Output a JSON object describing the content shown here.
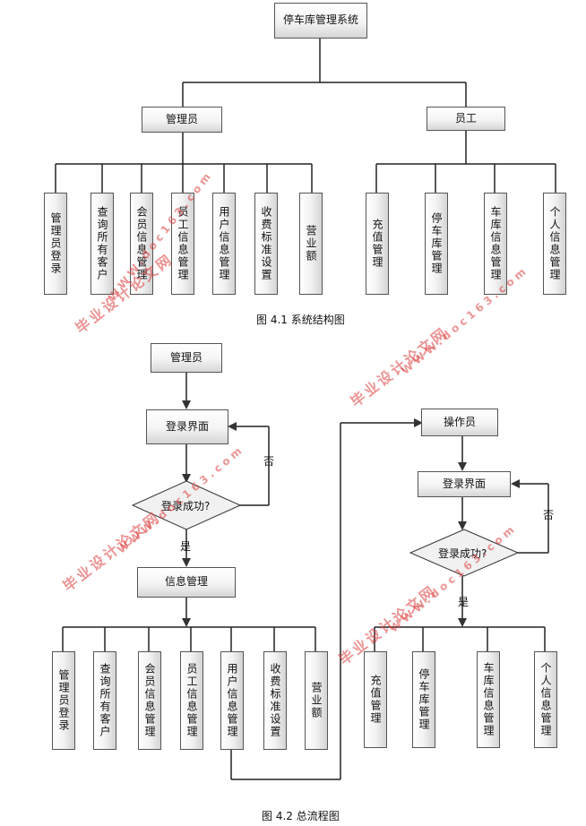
{
  "fig1": {
    "root": "停车库管理系统",
    "admin": "管理员",
    "staff": "员工",
    "admin_children": [
      "管理员登录",
      "查询所有客户",
      "会员信息管理",
      "员工信息管理",
      "用户信息管理",
      "收费标准设置",
      "营业额"
    ],
    "staff_children": [
      "充值管理",
      "停车库管理",
      "车库信息管理",
      "个人信息管理"
    ],
    "caption": "图 4.1 系统结构图"
  },
  "fig2": {
    "admin_start": "管理员",
    "admin_login": "登录界面",
    "admin_decision": "登录成功?",
    "no_label": "否",
    "yes_label": "是",
    "info_mgmt": "信息管理",
    "admin_children": [
      "管理员登录",
      "查询所有客户",
      "会员信息管理",
      "员工信息管理",
      "用户信息管理",
      "收费标准设置",
      "营业额"
    ],
    "operator": "操作员",
    "op_login": "登录界面",
    "op_decision": "登录成功?",
    "op_no_label": "否",
    "op_yes_label": "是",
    "op_children": [
      "充值管理",
      "停车库管理",
      "车库信息管理",
      "个人信息管理"
    ],
    "caption": "图 4.2 总流程图"
  },
  "watermarks": {
    "line1": "毕业设计论文网",
    "line2": "WWW.doc163.com"
  }
}
